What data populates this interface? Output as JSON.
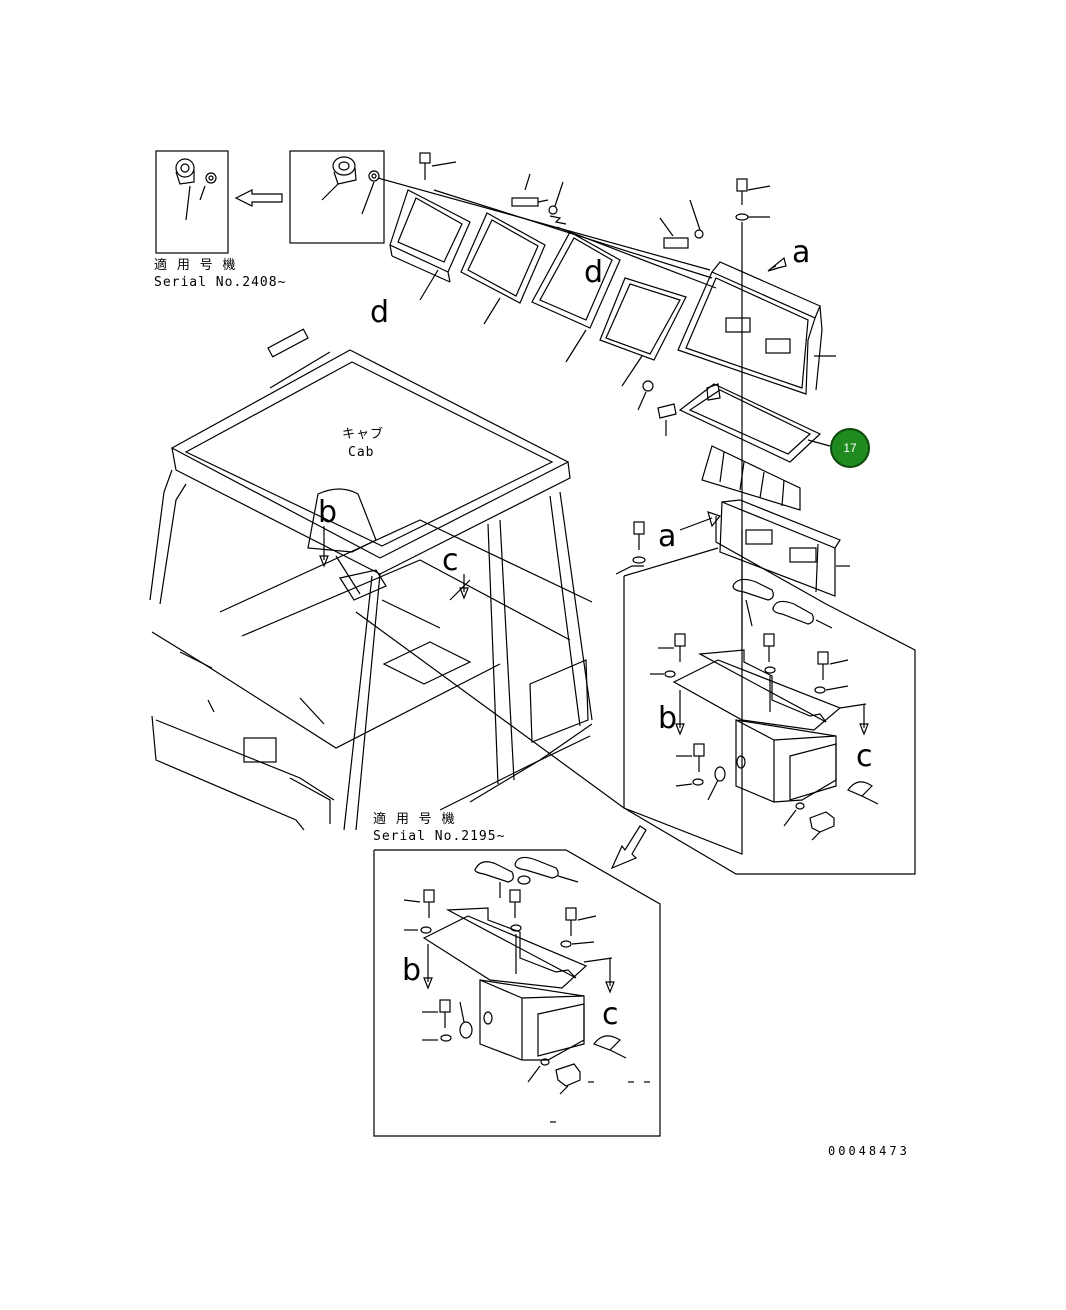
{
  "labels": {
    "serial_upper_jp": "適 用 号 機",
    "serial_upper": "Serial No.2408~",
    "serial_lower_jp": "適 用 号 機",
    "serial_lower": "Serial No.2195~",
    "cab_jp": "キャブ",
    "cab_en": "Cab",
    "letter_a": "a",
    "letter_b": "b",
    "letter_c": "c",
    "letter_d": "d",
    "drawing_number": "00048473"
  },
  "callout": {
    "ref_number": "17",
    "color": "#1f8a1f"
  }
}
